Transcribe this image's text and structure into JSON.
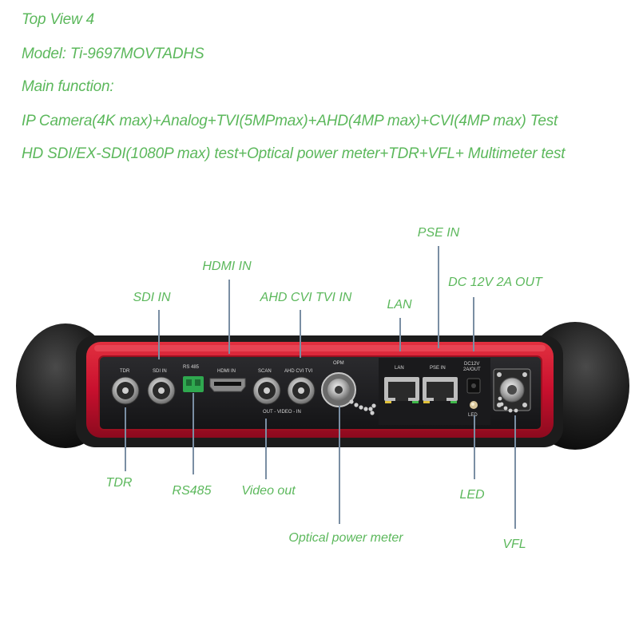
{
  "header": {
    "title": "Top View 4",
    "model": "Model: Ti-9697MOVTADHS",
    "main_function": "Main function:",
    "line1": "IP Camera(4K max)+Analog+TVI(5MPmax)+AHD(4MP max)+CVI(4MP max) Test",
    "line2": "HD SDI/EX-SDI(1080P max) test+Optical power meter+TDR+VFL+ Multimeter test"
  },
  "callouts": {
    "pse_in": "PSE IN",
    "hdmi_in": "HDMI IN",
    "dc_out": "DC 12V 2A OUT",
    "sdi_in": "SDI IN",
    "ahd_cvi_tvi_in": "AHD CVI TVI IN",
    "lan": "LAN",
    "tdr": "TDR",
    "rs485": "RS485",
    "video_out": "Video out",
    "led": "LED",
    "optical_power_meter": "Optical power meter",
    "vfl": "VFL"
  },
  "panel": {
    "tdr": "TDR",
    "sdi_in": "SDI IN",
    "rs485": "RS 485",
    "hdmi_in": "HDMI IN",
    "scan": "SCAN",
    "ahd_cvi_tvi": "AHD  CVI  TVI",
    "out_video_in": "OUT - VIDEO - IN",
    "opm": "OPM",
    "lan": "LAN",
    "pse_in": "PSE IN",
    "dc12v": "DC12V",
    "dc_2a_out": "2A/OUT",
    "led": "LED"
  },
  "colors": {
    "label_green": "#5cb85c",
    "device_red": "#c8102e",
    "bumper_black": "#1a1a1a"
  }
}
